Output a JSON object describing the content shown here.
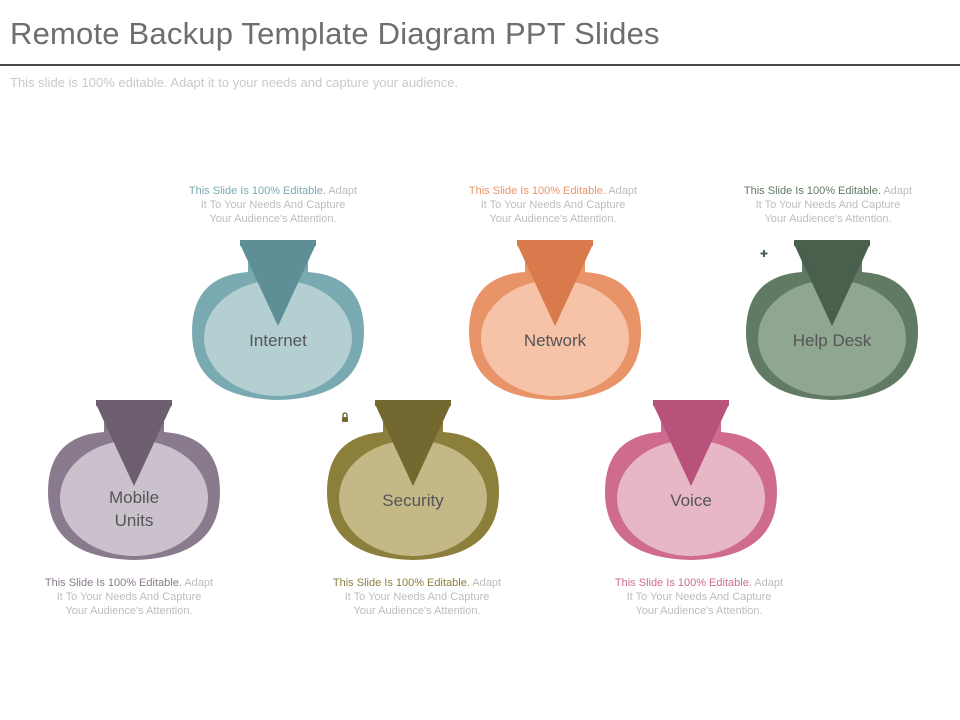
{
  "title": "Remote Backup Template Diagram PPT Slides",
  "subtitle": "This slide is 100% editable. Adapt it to your needs and capture your audience.",
  "description_highlight": "This Slide Is 100% Editable.",
  "description_rest_1": " Adapt",
  "description_rest_2": "It To Your Needs And Capture",
  "description_rest_3": "Your Audience's Attention.",
  "nodes": [
    {
      "label": "Internet",
      "icon": "globe-icon",
      "colors": {
        "outer": "#79aab1",
        "inner": "#b3cfd2",
        "tab": "#5f8f96",
        "accent": "#79aab1"
      }
    },
    {
      "label": "Network",
      "icon": "wifi-screen-icon",
      "colors": {
        "outer": "#e99468",
        "inner": "#f6c3a9",
        "tab": "#d97a4c",
        "accent": "#e99468"
      }
    },
    {
      "label": "Help Desk",
      "icon": "person-shield-icon",
      "colors": {
        "outer": "#607a63",
        "inner": "#8fa791",
        "tab": "#4a604c",
        "accent": "#607a63"
      }
    },
    {
      "label_line1": "Mobile",
      "label_line2": "Units",
      "icon": "devices-icon",
      "colors": {
        "outer": "#8a7a8d",
        "inner": "#cbc1cd",
        "tab": "#6d5f70",
        "accent": "#8a7a8d"
      }
    },
    {
      "label": "Security",
      "icon": "server-lock-icon",
      "colors": {
        "outer": "#8c7f3c",
        "inner": "#c3b886",
        "tab": "#73682f",
        "accent": "#8c7f3c"
      }
    },
    {
      "label": "Voice",
      "icon": "phone-icon",
      "colors": {
        "outer": "#cf6b8f",
        "inner": "#e7b7c6",
        "tab": "#b8537a",
        "accent": "#cf6b8f"
      }
    }
  ]
}
